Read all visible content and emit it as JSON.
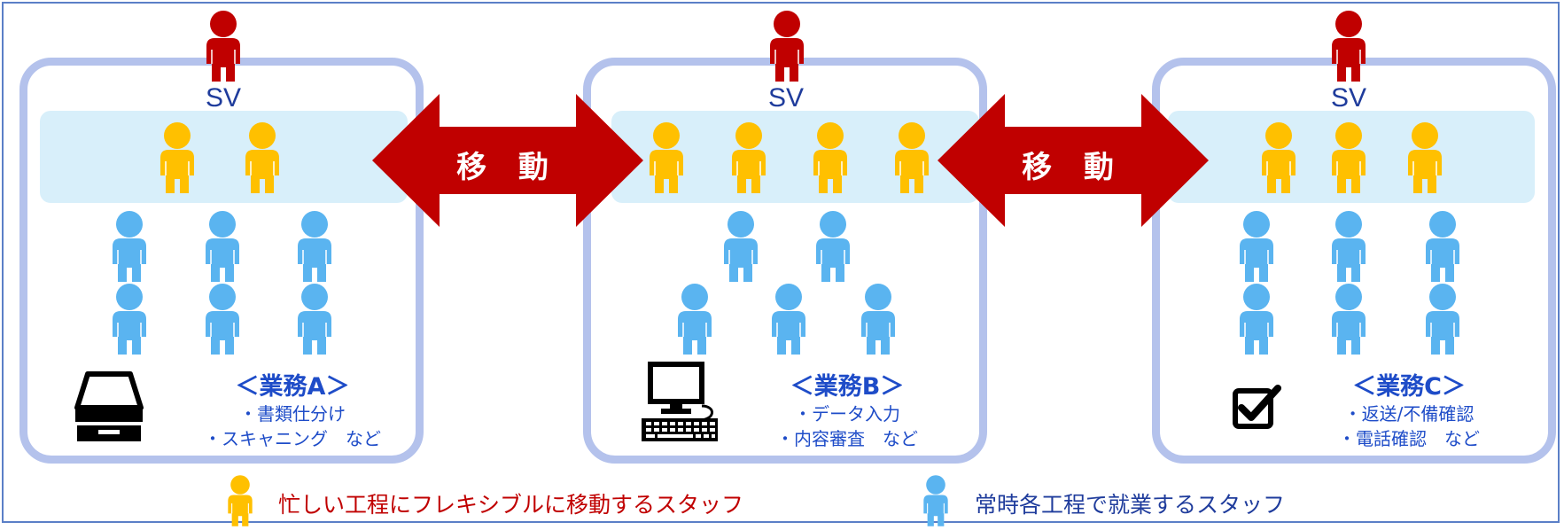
{
  "sv_label": "SV",
  "move_label": "移 動",
  "colors": {
    "sv": "#c00000",
    "flexible_staff": "#ffc000",
    "regular_staff": "#5ab4f0",
    "arrow": "#c00000",
    "panel_border": "#b4c2ec",
    "band": "#d8effa",
    "text_blue": "#1e4cc8",
    "legend_red": "#c00000",
    "legend_blue": "#1f3c9c"
  },
  "tasks": [
    {
      "title": "＜業務A＞",
      "lines": [
        "・書類仕分け",
        "・スキャニング　など"
      ],
      "icon": "tray-icon"
    },
    {
      "title": "＜業務B＞",
      "lines": [
        "・データ入力",
        "・内容審査　など"
      ],
      "icon": "computer-icon"
    },
    {
      "title": "＜業務C＞",
      "lines": [
        "・返送/不備確認",
        "・電話確認　など"
      ],
      "icon": "checkbox-icon"
    }
  ],
  "legend": {
    "flexible": "忙しい工程にフレキシブルに移動するスタッフ",
    "regular": "常時各工程で就業するスタッフ"
  }
}
